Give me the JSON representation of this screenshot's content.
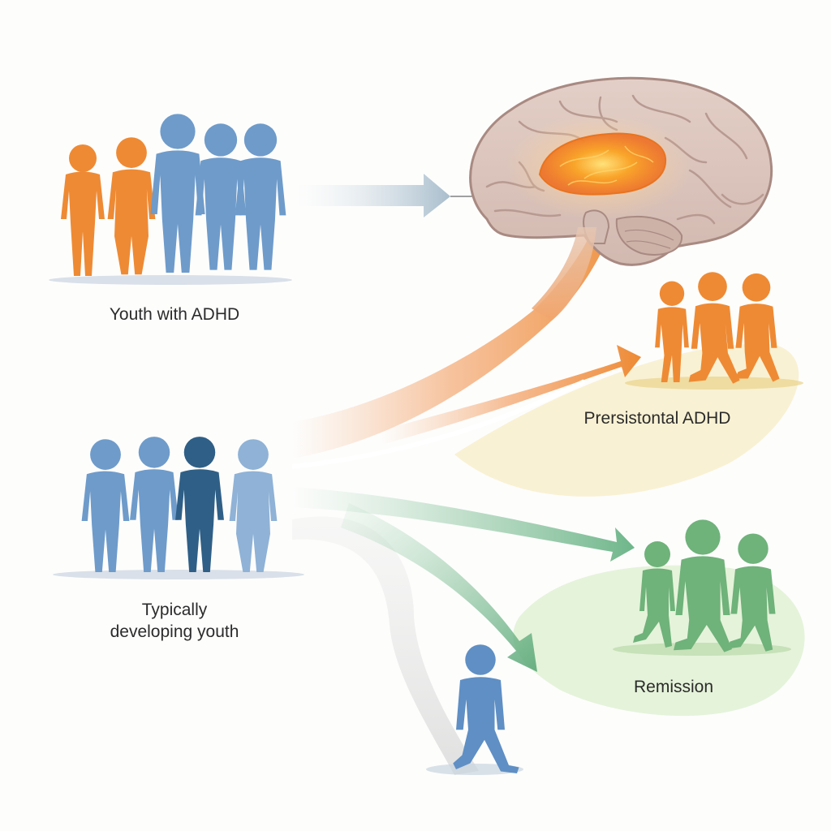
{
  "labels": {
    "youth_adhd": "Youth with ADHD",
    "typical_line1": "Typically",
    "typical_line2": "developing youth",
    "persistent": "Prersistontal ADHD",
    "remission": "Remission"
  },
  "icons": [
    "brain-icon",
    "child-silhouette-icon",
    "walking-person-icon",
    "arrow-right-icon"
  ],
  "colors": {
    "adhd_orange": "#ee8a34",
    "typical_blue": "#6e9bca",
    "typical_dark_blue": "#2f5f86",
    "remission_green": "#6fb27a",
    "persistent_band": "#f6e7b0",
    "remission_band": "#dcefcf",
    "brain": "#d6c0b8",
    "brain_glow": "#f7a623"
  }
}
